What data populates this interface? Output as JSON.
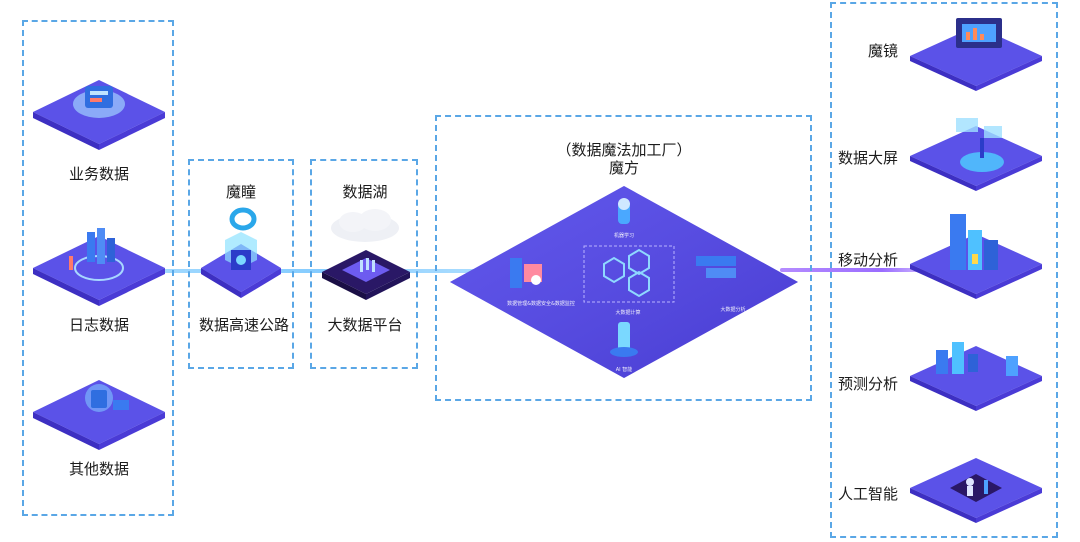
{
  "sources": {
    "items": [
      {
        "label": "业务数据"
      },
      {
        "label": "日志数据"
      },
      {
        "label": "其他数据"
      }
    ]
  },
  "pipeline": {
    "eye": {
      "title": "魔瞳",
      "label": "数据高速公路"
    },
    "lake": {
      "title": "数据湖",
      "label": "大数据平台"
    },
    "factory": {
      "subtitle": "（数据魔法加工厂）",
      "title": "魔方",
      "modules": [
        {
          "label": "机器学习"
        },
        {
          "label": "数据管理&数据安全&数据监控"
        },
        {
          "label": "大数据计算"
        },
        {
          "label": "大数据分析"
        },
        {
          "label": "AI 智能"
        }
      ]
    }
  },
  "outputs": {
    "items": [
      {
        "label": "魔镜"
      },
      {
        "label": "数据大屏"
      },
      {
        "label": "移动分析"
      },
      {
        "label": "预测分析"
      },
      {
        "label": "人工智能"
      }
    ]
  },
  "colors": {
    "dash": "#5aa7e6",
    "platform": "#5b52e8",
    "platform_side": "#3d2fc2",
    "beam_blue": "#7cc8ff",
    "beam_purple": "#b07cff"
  }
}
